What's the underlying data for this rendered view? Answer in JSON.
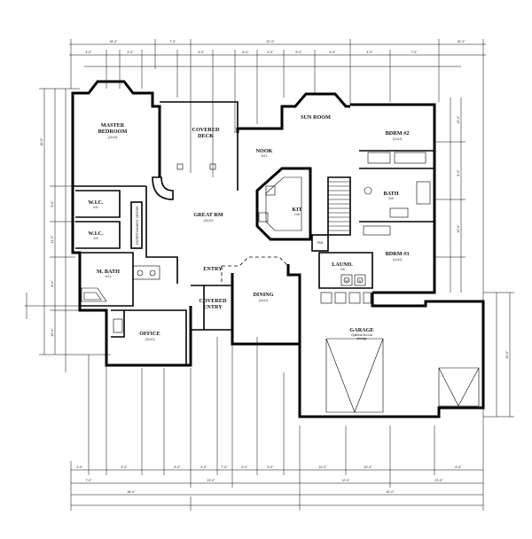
{
  "rooms": {
    "master_bedroom": {
      "name": "MASTER",
      "name2": "BEDROOM",
      "size": "(14x16)"
    },
    "covered_deck": {
      "name": "COVERED",
      "name2": "DECK"
    },
    "sun_room": {
      "name": "SUN ROOM"
    },
    "nook": {
      "name": "NOOK",
      "size": "9x12"
    },
    "bdrm2": {
      "name": "BDRM #2",
      "size": "(12x12)"
    },
    "bath": {
      "name": "BATH",
      "size": "5x8"
    },
    "bdrm3": {
      "name": "BDRM #3",
      "size": "(11x10)"
    },
    "wic1": {
      "name": "W.I.C.",
      "size": "6x9"
    },
    "wic2": {
      "name": "W.I.C.",
      "size": "6x9"
    },
    "great_rm": {
      "name": "GREAT RM",
      "size": "(19x20)"
    },
    "kit": {
      "name": "KIT",
      "size": "11x9"
    },
    "m_bath": {
      "name": "M. BATH",
      "size": "9x12"
    },
    "entry": {
      "name": "ENTRY"
    },
    "covered_entry": {
      "name": "COVERED",
      "name2": "ENTRY"
    },
    "dining": {
      "name": "DINING",
      "size": "(13x11)"
    },
    "office": {
      "name": "OFFICE",
      "size": "(10x10)"
    },
    "laund": {
      "name": "LAUND.",
      "size": "7x8"
    },
    "garage": {
      "name": "GARAGE",
      "note1": "Optional 3rd car",
      "note2": "storage"
    }
  },
  "labels": {
    "entertainment_center": "ENTERTAINMENT CENTER",
    "pantry": "PAN",
    "washer": "W",
    "dryer": "D"
  },
  "dimensions": {
    "top_outer": [
      "16'-0\"",
      "7'-0\"",
      "32'-0\"",
      "16'-0\""
    ],
    "top_inner": [
      "4'-0\"",
      "4'-0\"",
      "6'-0\"",
      "6'-0\"",
      "4'-0\"",
      "5'-0\"",
      "5'-0\"",
      "4'-0\"",
      "7'-0\""
    ],
    "left": [
      "16'-0\"",
      "9'-0\"",
      "14'-0\"",
      "8'-0\"",
      "10'-0\""
    ],
    "right": [
      "12'-0\"",
      "8'-0\"",
      "12'-0\"",
      "20'-0\""
    ],
    "bottom_inner": [
      "4'-0\"",
      "5'-0\"",
      "8'-0\"",
      "4'-0\"",
      "7'-0\"",
      "6'-0\"",
      "5'-0\"",
      "12'-0\"",
      "10'-0\"",
      "6'-0\""
    ],
    "bottom_mid": [
      "7'-0\"",
      "13'-0\"",
      "12'-0\"",
      "23'-0\""
    ],
    "bottom_outer": [
      "38'-0\"",
      "40'-0\""
    ]
  }
}
